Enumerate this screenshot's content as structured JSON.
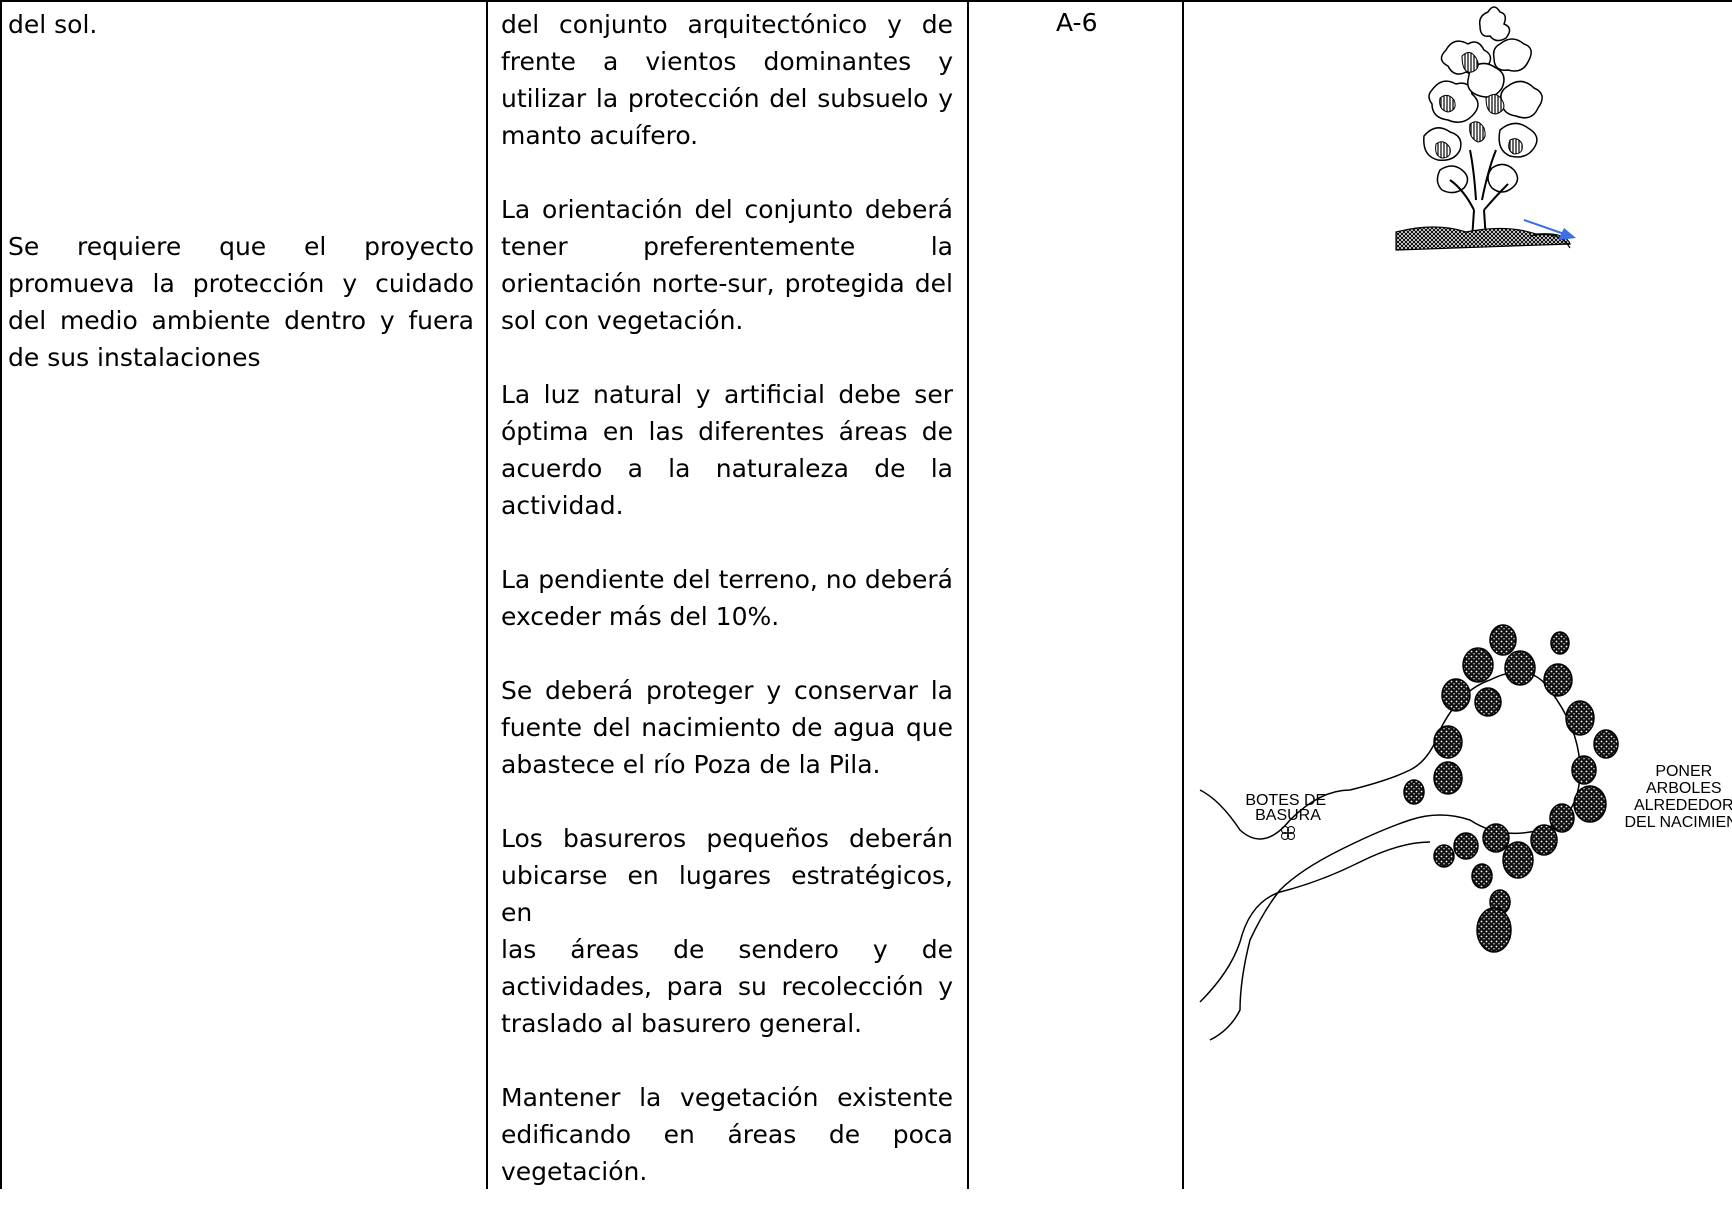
{
  "col1": {
    "top": "del sol.",
    "para": [
      "Se requiere que el proyecto",
      "promueva la protección y cuidado",
      "del medio ambiente dentro y fuera",
      "de sus instalaciones"
    ]
  },
  "col2": {
    "p1": [
      "del conjunto arquitectónico y de",
      "frente a vientos dominantes y",
      "utilizar la protección del subsuelo y",
      "manto acuífero."
    ],
    "p2": [
      "La orientación del conjunto deberá",
      "tener preferentemente la",
      "orientación norte-sur, protegida del",
      "sol con vegetación."
    ],
    "p3": [
      "La luz natural y artificial debe ser",
      "óptima en las diferentes áreas de",
      "acuerdo a la naturaleza de la",
      "actividad."
    ],
    "p4": [
      "La pendiente del terreno, no deberá",
      "exceder más del 10%."
    ],
    "p5": [
      "Se deberá proteger y conservar la",
      "fuente del nacimiento de agua que",
      "abastece el río Poza de la Pila."
    ],
    "p6": [
      "Los basureros pequeños deberán",
      "ubicarse en lugares estratégicos, en",
      "las áreas de sendero y de",
      "actividades, para su recolección y",
      "traslado al basurero general."
    ],
    "p7": [
      "Mantener la vegetación existente",
      "edificando en áreas de poca",
      "vegetación."
    ]
  },
  "col3": {
    "code": "A-6"
  },
  "drawing": {
    "bins_label": [
      "BOTES DE",
      "BASURA"
    ],
    "trees_label": [
      "PONER",
      "ARBOLES",
      "ALREDEDOR",
      "DEL NACIMIENT"
    ],
    "arrow_color": "#3b6fe6"
  }
}
